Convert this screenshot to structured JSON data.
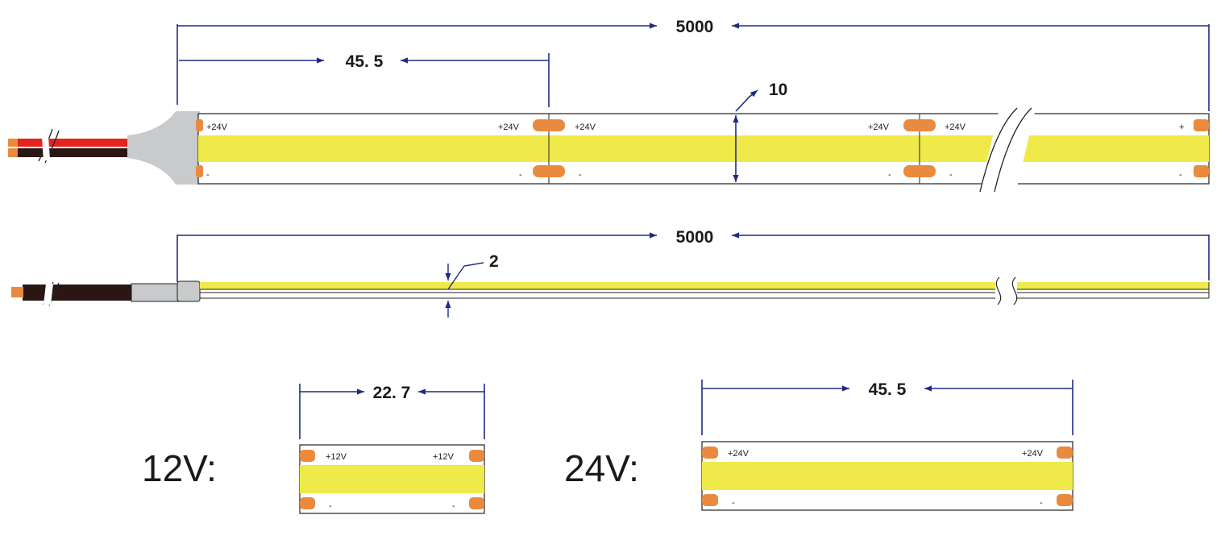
{
  "top_view": {
    "total_length": "5000",
    "cut_length": "45. 5",
    "width": "10",
    "pad_labels": {
      "pos": "+24V",
      "neg": "-",
      "pos_end": "+"
    }
  },
  "side_view": {
    "total_length": "5000",
    "thickness": "2"
  },
  "detail_12v": {
    "label": "12V:",
    "cut_length": "22. 7",
    "pad_pos": "+12V",
    "pad_neg": "-"
  },
  "detail_24v": {
    "label": "24V:",
    "cut_length": "45. 5",
    "pad_pos": "+24V",
    "pad_neg": "-"
  },
  "colors": {
    "dimension_line": "#1f2a86",
    "phosphor": "#efe94a",
    "copper_pad": "#ea8a3e",
    "connector": "#c8cacb",
    "wire_red": "#e3231d",
    "wire_black": "#2a1713",
    "outline": "#222222"
  }
}
